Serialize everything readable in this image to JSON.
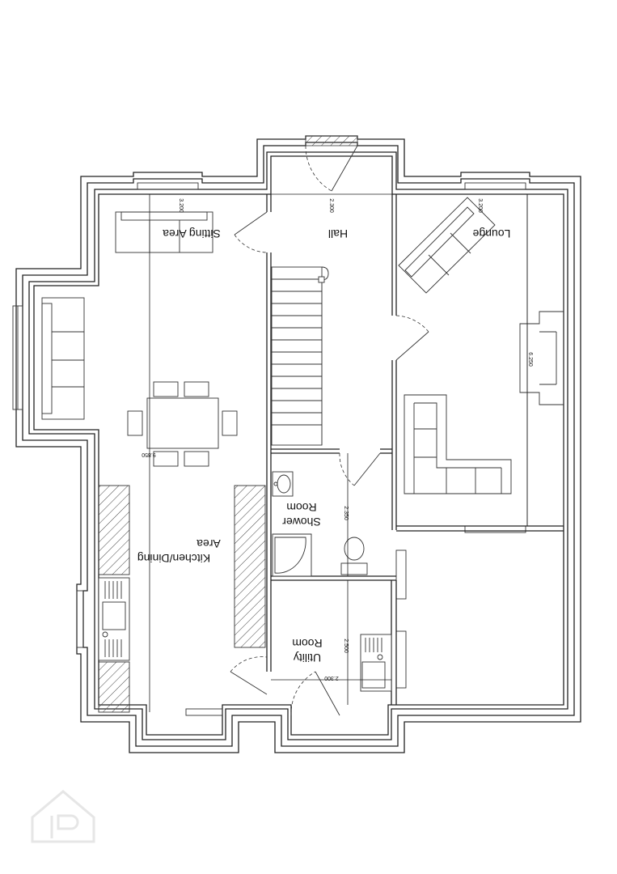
{
  "rooms": {
    "sitting_area": "Sitting Area",
    "hall": "Hall",
    "lounge": "Lounge",
    "kitchen_dining_line1": "Kitchen/Dining",
    "kitchen_dining_line2": "Area",
    "shower_room_line1": "Shower",
    "shower_room_line2": "Room",
    "utility_room_line1": "Utility",
    "utility_room_line2": "Room"
  },
  "dimensions": {
    "sitting_width": "3.200",
    "hall_width": "2.300",
    "lounge_width": "3.200",
    "lounge_length": "6.250",
    "kitchen_length": "9.850",
    "shower_length": "2.350",
    "utility_length": "2.500",
    "utility_width": "2.300"
  }
}
